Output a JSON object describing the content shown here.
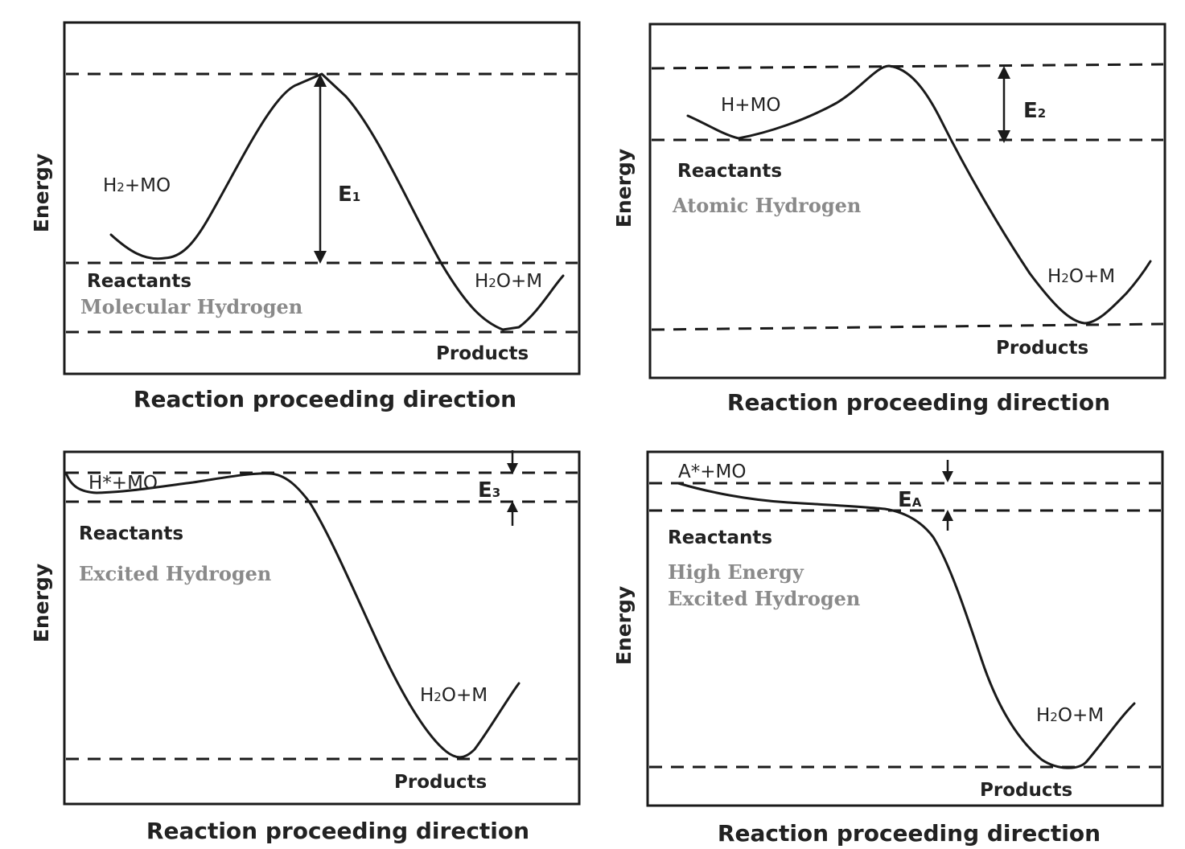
{
  "colors": {
    "ink": "#1a1a1a",
    "hydrogen_type": "#8a8a8a"
  },
  "panels": [
    {
      "species_reactant": "H2+MO",
      "reactant_main": "H",
      "reactant_sub": "2",
      "reactant_rest": "+MO",
      "product_main": "H",
      "product_sub": "2",
      "product_rest": "O+M",
      "reactants_label": "Reactants",
      "hydrogen_type": "Molecular Hydrogen",
      "products_label": "Products",
      "energy_main": "E",
      "energy_sub": "1",
      "x_label": "Reaction proceeding direction",
      "y_label": "Energy"
    },
    {
      "reactant_main": "H+MO",
      "reactant_sub": "",
      "reactant_rest": "",
      "product_main": "H",
      "product_sub": "2",
      "product_rest": "O+M",
      "reactants_label": "Reactants",
      "hydrogen_type": "Atomic Hydrogen",
      "products_label": "Products",
      "energy_main": "E",
      "energy_sub": "2",
      "x_label": "Reaction proceeding direction",
      "y_label": "Energy"
    },
    {
      "reactant_main": "H*+MO",
      "reactant_sub": "",
      "reactant_rest": "",
      "product_main": "H",
      "product_sub": "2",
      "product_rest": "O+M",
      "reactants_label": "Reactants",
      "hydrogen_type": "Excited Hydrogen",
      "products_label": "Products",
      "energy_main": "E",
      "energy_sub": "3",
      "x_label": "Reaction proceeding direction",
      "y_label": "Energy"
    },
    {
      "reactant_main": "A*+MO",
      "reactant_sub": "",
      "reactant_rest": "",
      "product_main": "H",
      "product_sub": "2",
      "product_rest": "O+M",
      "reactants_label": "Reactants",
      "hydrogen_type_line1": "High Energy",
      "hydrogen_type_line2": "Excited Hydrogen",
      "products_label": "Products",
      "energy_main": "E",
      "energy_sub": "A",
      "x_label": "Reaction proceeding direction",
      "y_label": "Energy"
    }
  ]
}
